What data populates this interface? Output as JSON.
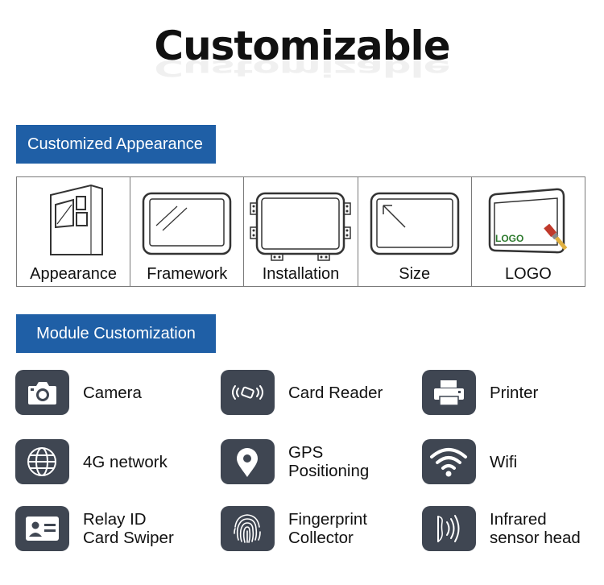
{
  "header": {
    "title": "Customizable"
  },
  "sections": {
    "appearance_label": "Customized Appearance",
    "module_label": "Module Customization"
  },
  "appearance": {
    "items": [
      {
        "label": "Appearance",
        "icon": "kiosk-icon"
      },
      {
        "label": "Framework",
        "icon": "frame-icon"
      },
      {
        "label": "Installation",
        "icon": "mounting-bracket-icon"
      },
      {
        "label": "Size",
        "icon": "resize-icon"
      },
      {
        "label": "LOGO",
        "icon": "logo-brush-icon",
        "logo_text": "LOGO"
      }
    ]
  },
  "modules": {
    "items": [
      {
        "line1": "Camera",
        "line2": "",
        "icon": "camera-icon"
      },
      {
        "line1": "Card Reader",
        "line2": "",
        "icon": "nfc-reader-icon"
      },
      {
        "line1": "Printer",
        "line2": "",
        "icon": "printer-icon"
      },
      {
        "line1": "4G network",
        "line2": "",
        "icon": "globe-icon"
      },
      {
        "line1": "GPS",
        "line2": "Positioning",
        "icon": "map-pin-icon"
      },
      {
        "line1": "Wifi",
        "line2": "",
        "icon": "wifi-icon"
      },
      {
        "line1": "Relay ID",
        "line2": "Card Swiper",
        "icon": "id-card-icon"
      },
      {
        "line1": "Fingerprint",
        "line2": "Collector",
        "icon": "fingerprint-icon"
      },
      {
        "line1": "Infrared",
        "line2": "sensor head",
        "icon": "infrared-sensor-icon"
      }
    ]
  },
  "colors": {
    "accent": "#1f5fa6",
    "icon_bg": "#3f4652",
    "text": "#111111"
  }
}
